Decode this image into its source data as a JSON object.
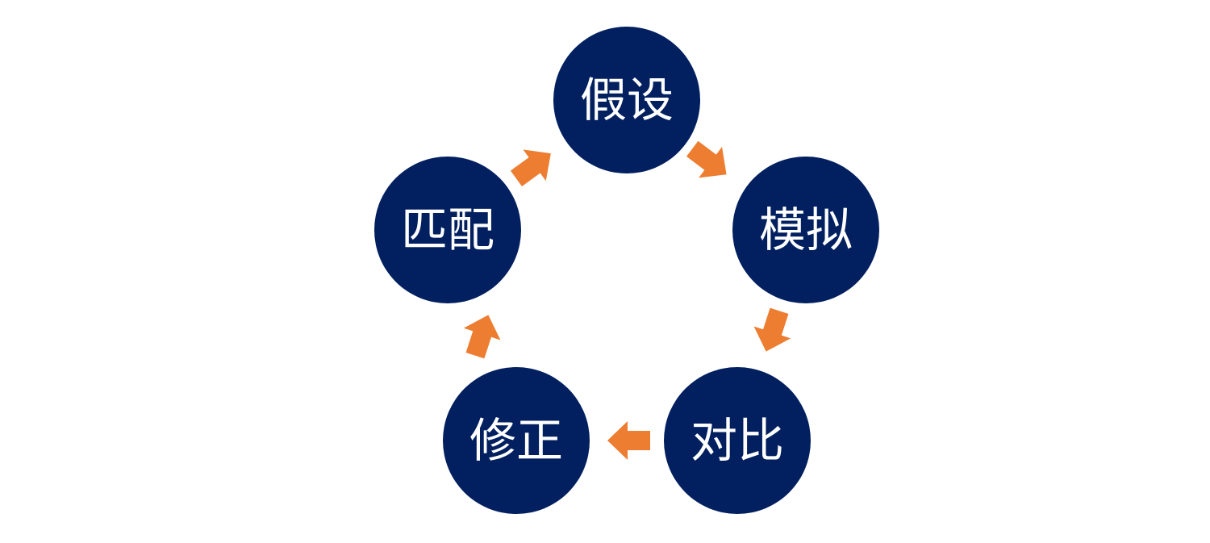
{
  "diagram": {
    "type": "cycle",
    "direction": "clockwise",
    "colors": {
      "node_fill": "#02205f",
      "label_text": "#ffffff",
      "arrow_fill": "#ed7d31",
      "background": "#ffffff"
    },
    "nodes": [
      {
        "id": "hypothesis",
        "label": "假设"
      },
      {
        "id": "simulate",
        "label": "模拟"
      },
      {
        "id": "compare",
        "label": "对比"
      },
      {
        "id": "correct",
        "label": "修正"
      },
      {
        "id": "match",
        "label": "匹配"
      }
    ],
    "edges": [
      {
        "from": "hypothesis",
        "to": "simulate"
      },
      {
        "from": "simulate",
        "to": "compare"
      },
      {
        "from": "compare",
        "to": "correct"
      },
      {
        "from": "correct",
        "to": "match"
      },
      {
        "from": "match",
        "to": "hypothesis"
      }
    ]
  }
}
